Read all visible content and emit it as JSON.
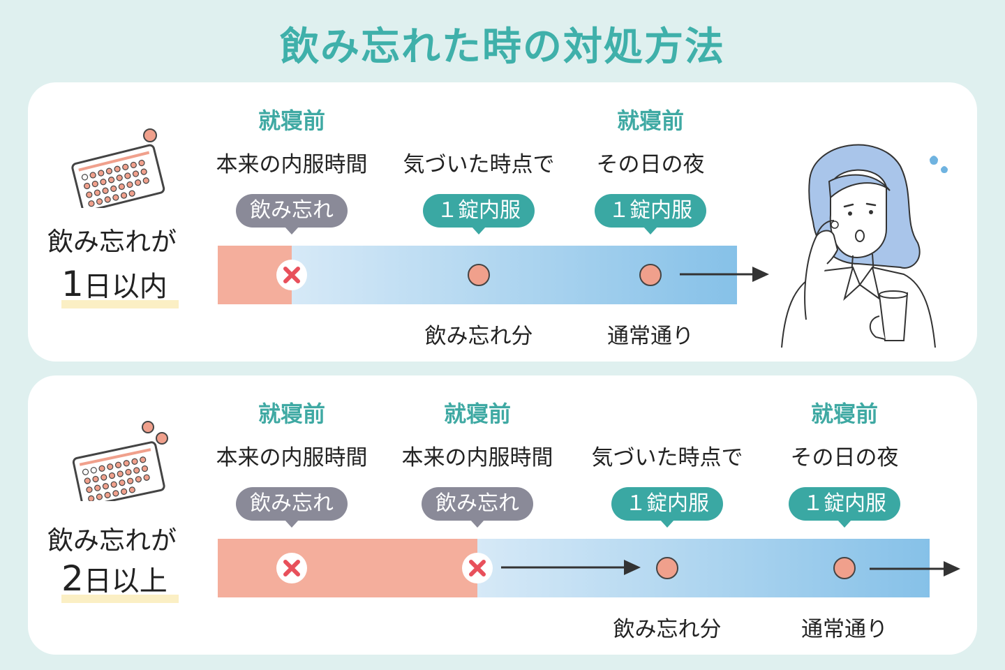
{
  "title": "飲み忘れた時の対処方法",
  "colors": {
    "title": "#3fb0aa",
    "missed_bar": "#f4ae9c",
    "normal_bar_start": "#d6e9f7",
    "normal_bar_end": "#86c1e8",
    "bubble_missed": "#8a8a98",
    "bubble_take": "#3aa8a3",
    "dot": "#f0a08c",
    "x_mark": "#e8505b",
    "highlight": "#fbefc4"
  },
  "panel1": {
    "case_line1": "飲み忘れが",
    "case_num": "1",
    "case_rest": "日以内",
    "cols": [
      {
        "top": "就寝前",
        "desc": "本来の内服時間",
        "bubble": "飲み忘れ",
        "bubble_kind": "missed",
        "marker": "x-icon",
        "below": ""
      },
      {
        "top": "",
        "desc": "気づいた時点で",
        "bubble": "１錠内服",
        "bubble_kind": "take",
        "marker": "dot-icon",
        "below": "飲み忘れ分"
      },
      {
        "top": "就寝前",
        "desc": "その日の夜",
        "bubble": "１錠内服",
        "bubble_kind": "take",
        "marker": "dot-icon",
        "below": "通常通り"
      }
    ]
  },
  "panel2": {
    "case_line1": "飲み忘れが",
    "case_num": "2",
    "case_rest": "日以上",
    "cols": [
      {
        "top": "就寝前",
        "desc": "本来の内服時間",
        "bubble": "飲み忘れ",
        "bubble_kind": "missed",
        "marker": "x-icon",
        "below": ""
      },
      {
        "top": "就寝前",
        "desc": "本来の内服時間",
        "bubble": "飲み忘れ",
        "bubble_kind": "missed",
        "marker": "x-icon",
        "below": ""
      },
      {
        "top": "",
        "desc": "気づいた時点で",
        "bubble": "１錠内服",
        "bubble_kind": "take",
        "marker": "dot-icon",
        "below": "飲み忘れ分"
      },
      {
        "top": "就寝前",
        "desc": "その日の夜",
        "bubble": "１錠内服",
        "bubble_kind": "take",
        "marker": "dot-icon",
        "below": "通常通り"
      }
    ]
  }
}
